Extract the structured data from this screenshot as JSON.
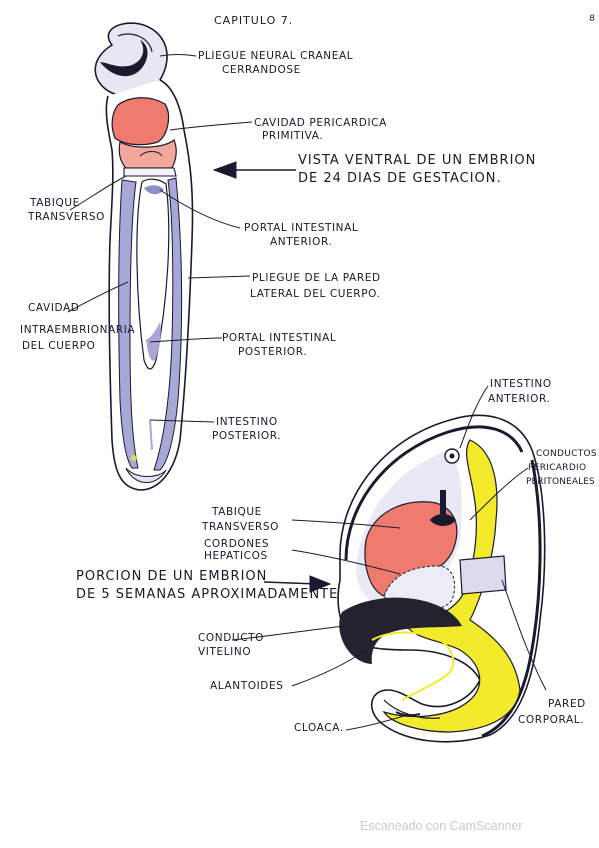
{
  "page": {
    "title": "CAPITULO 7.",
    "page_number": "8",
    "watermark": "Escaneado con CamScanner"
  },
  "figure_top": {
    "caption_lines": [
      "VISTA VENTRAL DE UN EMBRION",
      "DE 24 DIAS DE GESTACION."
    ],
    "labels": {
      "pliegue_neural": [
        "PLIEGUE NEURAL CRANEAL",
        "CERRANDOSE"
      ],
      "cavidad_pericardica": [
        "CAVIDAD PERICARDICA",
        "PRIMITIVA."
      ],
      "tabique_transverso": [
        "TABIQUE",
        "TRANSVERSO"
      ],
      "portal_anterior": [
        "PORTAL INTESTINAL",
        "ANTERIOR."
      ],
      "pliegue_pared": [
        "PLIEGUE DE LA PARED",
        "LATERAL DEL CUERPO."
      ],
      "cavidad_intraembrionaria": [
        "CAVIDAD",
        "INTRAEMBRIONARIA",
        "DEL CUERPO"
      ],
      "portal_posterior": [
        "PORTAL INTESTINAL",
        "POSTERIOR."
      ],
      "intestino_posterior": [
        "INTESTINO",
        "POSTERIOR."
      ]
    }
  },
  "figure_bottom": {
    "caption_lines": [
      "PORCION DE UN EMBRION",
      "DE 5 SEMANAS APROXIMADAMENTE"
    ],
    "labels": {
      "intestino_anterior": [
        "INTESTINO",
        "ANTERIOR."
      ],
      "conductos_pericardio": [
        "CONDUCTOS",
        "PERICARDIO",
        "PERITONEALES"
      ],
      "tabique_transverso": [
        "TABIQUE",
        "TRANSVERSO"
      ],
      "cordones_hepaticos": [
        "CORDONES",
        "HEPATICOS"
      ],
      "conducto_vitelino": [
        "CONDUCTO",
        "VITELINO"
      ],
      "alantoides": [
        "ALANTOIDES"
      ],
      "cloaca": [
        "CLOACA."
      ],
      "pared_corporal": [
        "PARED",
        "CORPORAL."
      ]
    }
  },
  "colors": {
    "ink": "#1a1a2e",
    "pericardial_red": "#ef7b6e",
    "lavender": "#a9a7d8",
    "yellow": "#f2ea2a",
    "dark_gut": "#23222e"
  }
}
